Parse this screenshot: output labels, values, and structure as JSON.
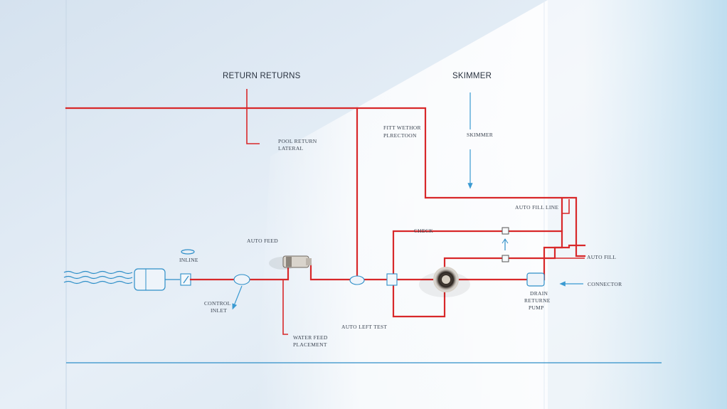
{
  "labels": {
    "return_returns": "RETURN RETURNS",
    "skimmer": "SKIMMER",
    "pool_return_line": [
      "POOL RETURN",
      "LATERAL"
    ],
    "fitting_direction": [
      "FITT WETHOR",
      "PLRECTOON"
    ],
    "skimmer_vertical": "SKIMMER",
    "auto_fill_line": "AUTO FILL LINE",
    "check_valve": "CHECK",
    "auto_fill_right": "AUTO FILL",
    "connector": "CONNECTOR",
    "drain_pump": [
      "DRAIN",
      "RETURNE",
      "PUMP"
    ],
    "auto_feed": "AUTO FEED",
    "auto_left_test": "AUTO LEFT TEST",
    "filter_inlet": [
      "CONTROL",
      "INLET"
    ],
    "water_feed_placement": [
      "WATER FEED",
      "PLACEMENT"
    ],
    "inline": "INLINE"
  },
  "colors": {
    "pipe_red": "#d8282a",
    "water_blue": "#2f8fc8",
    "background": "#dfe9f3"
  }
}
